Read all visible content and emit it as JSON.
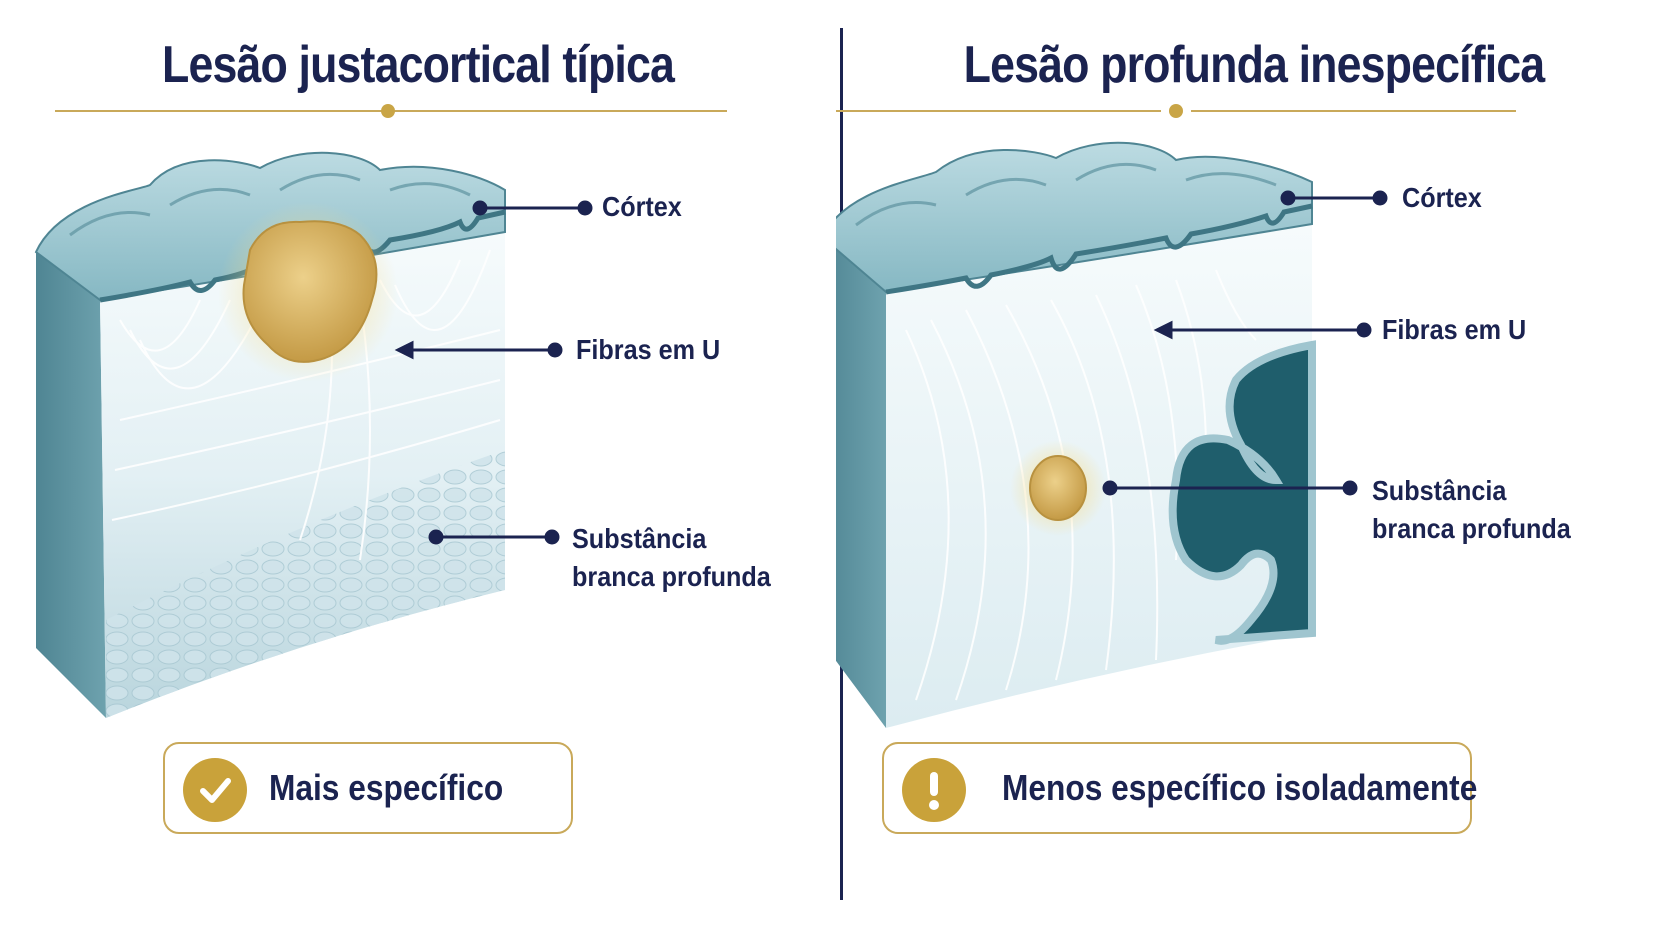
{
  "left_panel": {
    "title": "Lesão justacortical típica",
    "labels": {
      "cortex": "Córtex",
      "u_fibers": "Fibras em U",
      "deep_white_matter_line1": "Substância",
      "deep_white_matter_line2": "branca profunda"
    },
    "badge": {
      "text": "Mais específico",
      "icon": "check-icon"
    }
  },
  "right_panel": {
    "title": "Lesão profunda inespecífica",
    "labels": {
      "cortex": "Córtex",
      "u_fibers": "Fibras em U",
      "deep_white_matter_line1": "Substância",
      "deep_white_matter_line2": "branca profunda"
    },
    "badge": {
      "text": "Menos específico isoladamente",
      "icon": "exclamation-icon"
    }
  },
  "colors": {
    "title": "#1b2350",
    "accent_gold": "#c9a546",
    "tissue_teal": "#5f96a3",
    "cortex_light": "#a9cdd6",
    "white_matter": "#eaf4f7",
    "lesion": "#d9bb6a",
    "ventricle": "#1f5e6c"
  }
}
